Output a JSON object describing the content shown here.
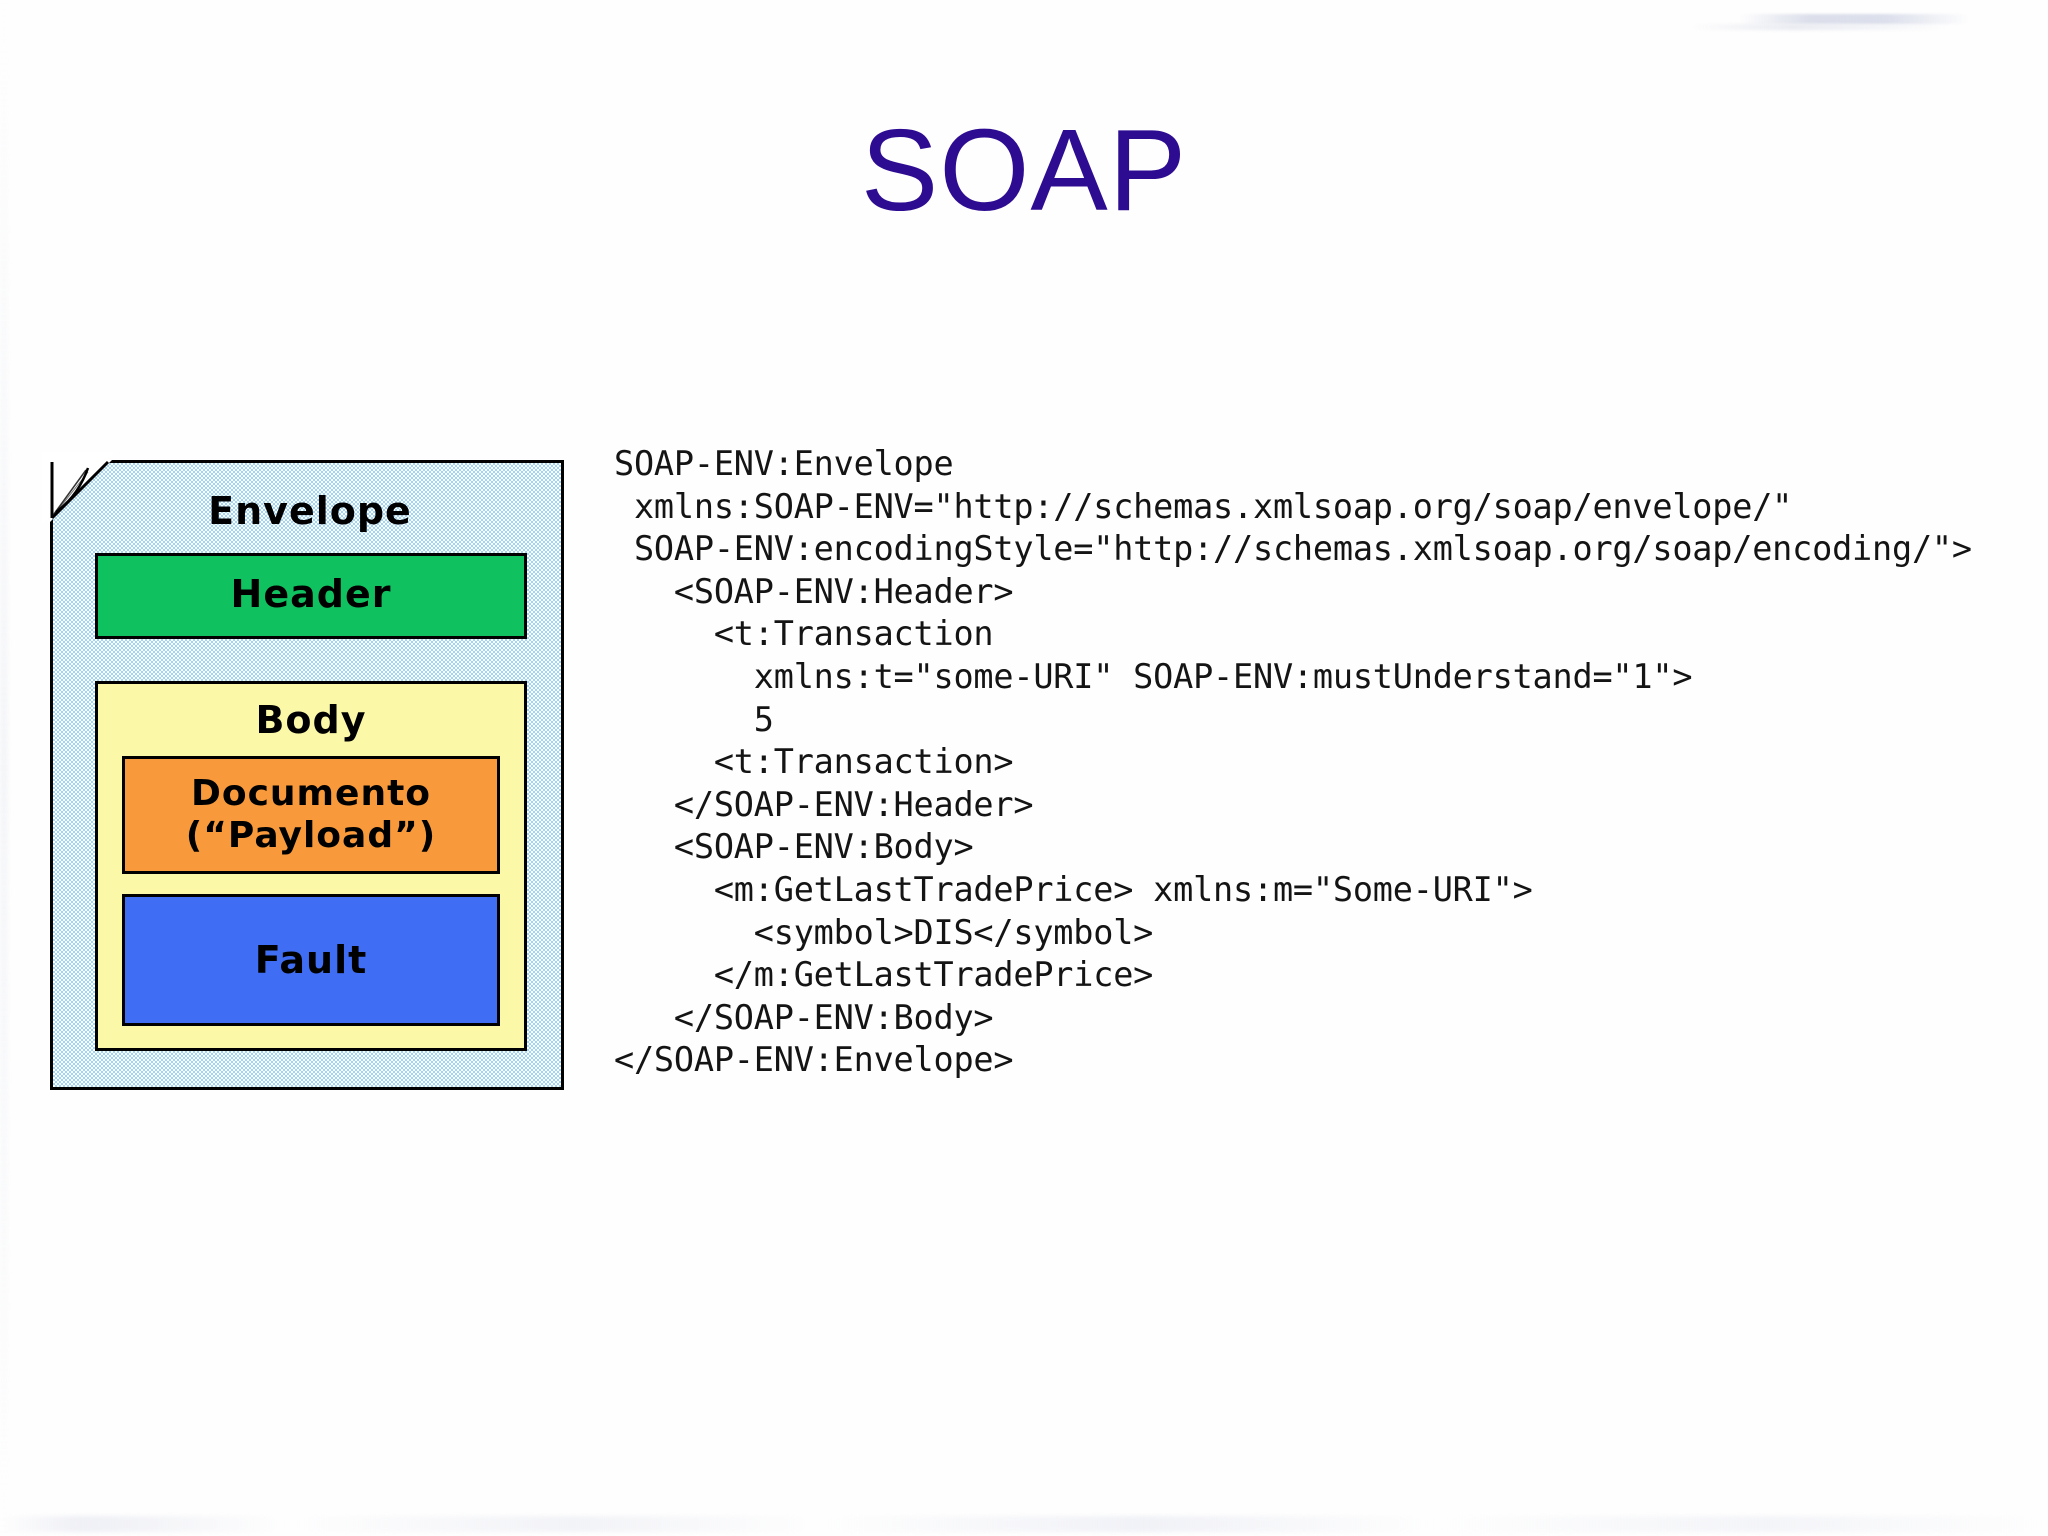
{
  "slide": {
    "title": "SOAP",
    "title_color": "#2d0c91",
    "background_color": "#ffffff"
  },
  "diagram": {
    "name": "soap-envelope-structure",
    "envelope": {
      "label": "Envelope",
      "fill_color": "#9fd5f5",
      "border_color": "#000000"
    },
    "header": {
      "label": "Header",
      "fill_color": "#10c160",
      "border_color": "#000000"
    },
    "body": {
      "label": "Body",
      "fill_color": "#fbf8a8",
      "border_color": "#000000"
    },
    "payload": {
      "label_line1": "Documento",
      "label_line2": "(“Payload”)",
      "fill_color": "#f89a3c",
      "border_color": "#000000"
    },
    "fault": {
      "label": "Fault",
      "fill_color": "#3f6ef5",
      "border_color": "#000000"
    }
  },
  "code": {
    "language": "xml",
    "lines": [
      "SOAP-ENV:Envelope",
      " xmlns:SOAP-ENV=\"http://schemas.xmlsoap.org/soap/envelope/\"",
      " SOAP-ENV:encodingStyle=\"http://schemas.xmlsoap.org/soap/encoding/\">",
      "   <SOAP-ENV:Header>",
      "     <t:Transaction",
      "       xmlns:t=\"some-URI\" SOAP-ENV:mustUnderstand=\"1\">",
      "       5",
      "     <t:Transaction>",
      "   </SOAP-ENV:Header>",
      "   <SOAP-ENV:Body>",
      "     <m:GetLastTradePrice> xmlns:m=\"Some-URI\">",
      "       <symbol>DIS</symbol>",
      "     </m:GetLastTradePrice>",
      "   </SOAP-ENV:Body>",
      "</SOAP-ENV:Envelope>"
    ]
  }
}
